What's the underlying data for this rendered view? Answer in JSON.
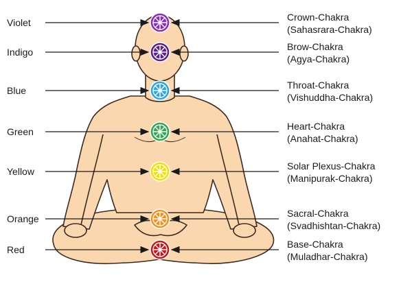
{
  "colors": {
    "skin": "#fbd7b0",
    "outline": "#3a2a1f",
    "arrow": "#1a1a1a"
  },
  "chakras": [
    {
      "color_label": "Violet",
      "name": "Crown-Chakra",
      "sanskrit": "(Sahasrara-Chakra)",
      "color": "#8a2bbd"
    },
    {
      "color_label": "Indigo",
      "name": "Brow-Chakra",
      "sanskrit": "(Agya-Chakra)",
      "color": "#5a1f8c"
    },
    {
      "color_label": "Blue",
      "name": "Throat-Chakra",
      "sanskrit": "(Vishuddha-Chakra)",
      "color": "#2aa6e0"
    },
    {
      "color_label": "Green",
      "name": "Heart-Chakra",
      "sanskrit": "(Anahat-Chakra)",
      "color": "#2fa84f"
    },
    {
      "color_label": "Yellow",
      "name": "Solar Plexus-Chakra",
      "sanskrit": "(Manipurak-Chakra)",
      "color": "#f2e000"
    },
    {
      "color_label": "Orange",
      "name": "Sacral-Chakra",
      "sanskrit": "(Svadhishtan-Chakra)",
      "color": "#f5901e"
    },
    {
      "color_label": "Red",
      "name": "Base-Chakra",
      "sanskrit": "(Muladhar-Chakra)",
      "color": "#c8171b"
    }
  ]
}
